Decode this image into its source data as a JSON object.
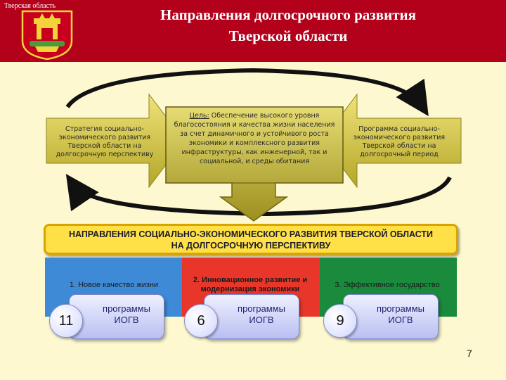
{
  "header": {
    "region_caption": "Тверская область",
    "title_line1": "Направления долгосрочного развития",
    "title_line2": "Тверской области"
  },
  "left_box": {
    "text": "Стратегия социально-экономического развития Тверской области на долгосрочную перспективу"
  },
  "center_box": {
    "goal_label": "Цель:",
    "goal_text": " Обеспечение высокого уровня благосостояния и качества жизни населения за счет динамичного и устойчивого роста экономики и комплексного развития инфраструктуры, как инженерной, так и социальной, и среды обитания"
  },
  "right_box": {
    "text": "Программа социально-экономического развития Тверской области на долгосрочный период"
  },
  "banner": {
    "line1": "НАПРАВЛЕНИЯ СОЦИАЛЬНО-ЭКОНОМИЧЕСКОГО РАЗВИТИЯ ТВЕРСКОЙ ОБЛАСТИ",
    "line2": "НА ДОЛГОСРОЧНУЮ ПЕРСПЕКТИВУ"
  },
  "directions": [
    {
      "label": "1. Новое качество жизни",
      "count": "11",
      "programs_line1": "программы",
      "programs_line2": "ИОГВ"
    },
    {
      "label": "2. Инновационное развитие и модернизация экономики",
      "count": "6",
      "programs_line1": "программы",
      "programs_line2": "ИОГВ"
    },
    {
      "label": "3. Эффективное государство",
      "count": "9",
      "programs_line1": "программы",
      "programs_line2": "ИОГВ"
    }
  ],
  "page_number": "7",
  "colors": {
    "header_red": "#b3001b",
    "background": "#fdf8d0",
    "arrow_olive": "#b3a82a",
    "banner_yellow": "#ffe047",
    "stripe_blue": "#3f8ad6",
    "stripe_red": "#e8372a",
    "stripe_green": "#1a8a3c"
  }
}
